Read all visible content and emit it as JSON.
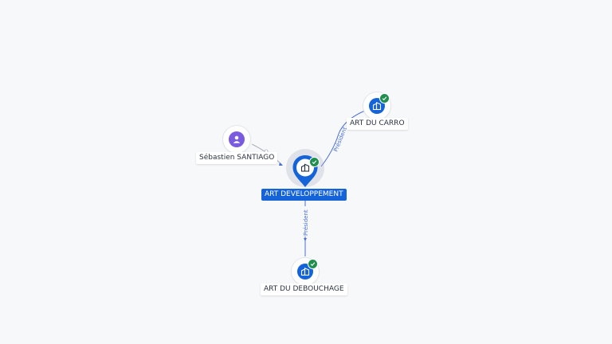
{
  "colors": {
    "background": "#f7f8fa",
    "company_node": "#1463d8",
    "person_node": "#7a5ae0",
    "verified_badge": "#1f8f4e",
    "edge": "#4a6fd1",
    "edge_muted": "#aab2bd"
  },
  "nodes": {
    "main": {
      "label": "ART DEVELOPPEMENT",
      "icon": "building-icon",
      "verified": true
    },
    "person": {
      "label": "Sébastien SANTIAGO",
      "icon": "person-icon"
    },
    "carro": {
      "label": "ART DU CARRO",
      "icon": "building-icon",
      "verified": true
    },
    "debouchage": {
      "label": "ART DU DEBOUCHAGE",
      "icon": "building-icon",
      "verified": true
    }
  },
  "edges": {
    "to_carro": {
      "label": "Président"
    },
    "to_debouchage": {
      "label": "Président"
    }
  }
}
